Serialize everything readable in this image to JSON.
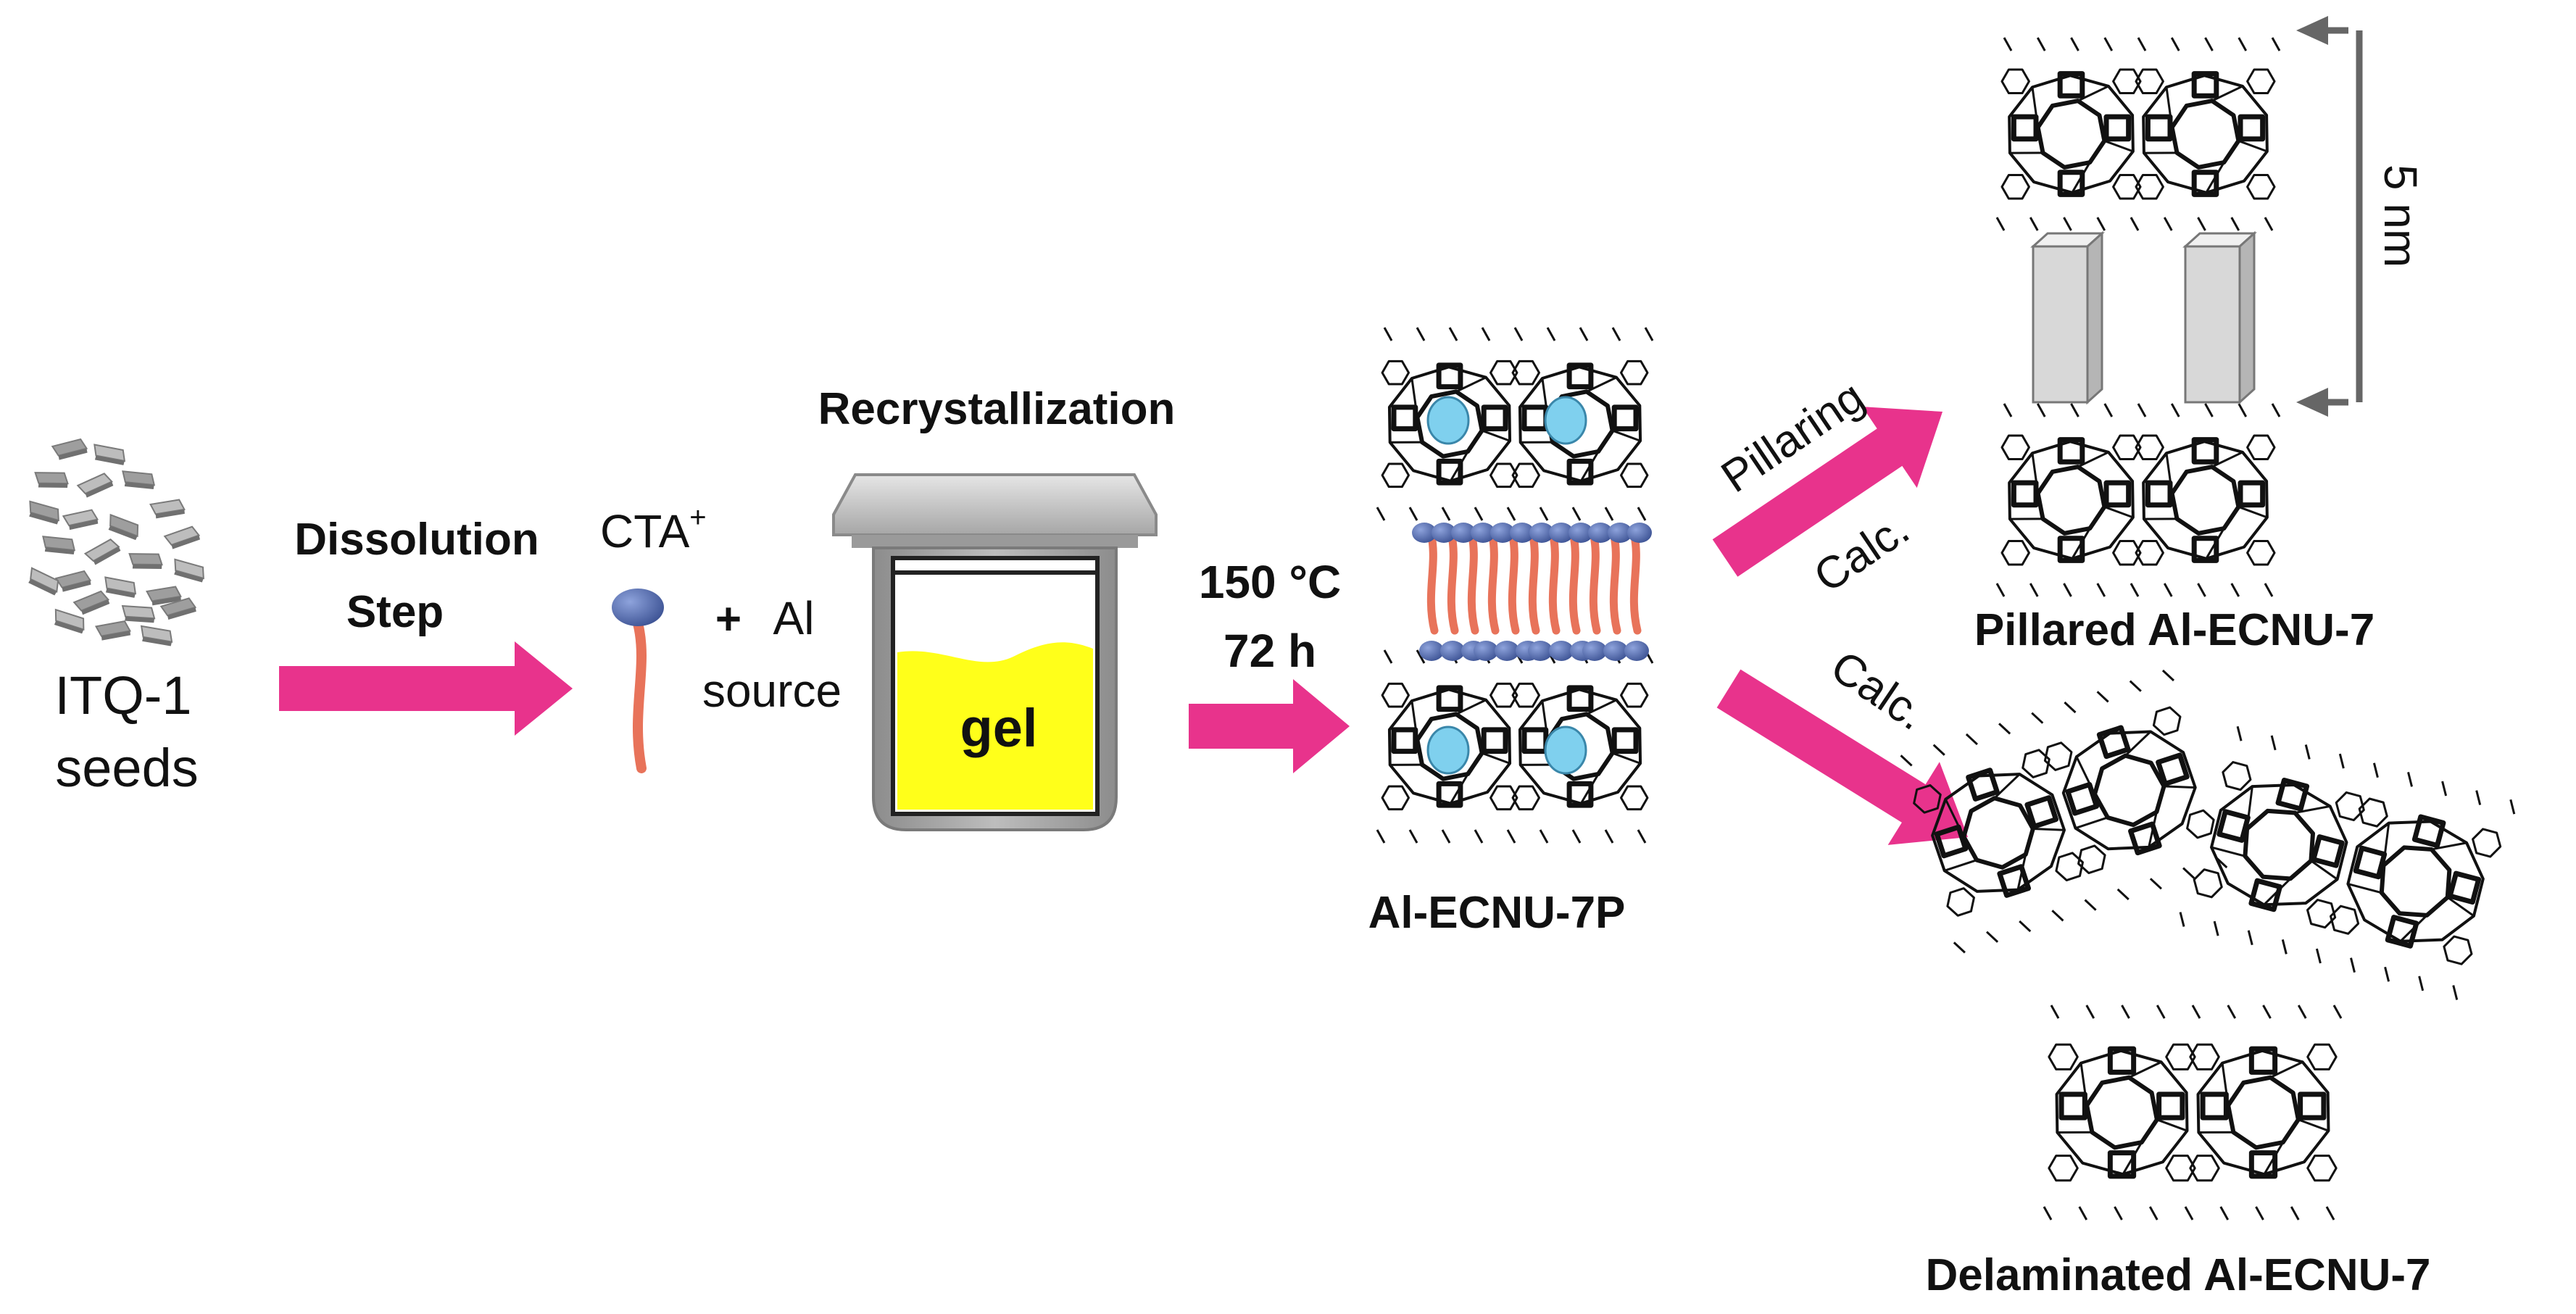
{
  "labels": {
    "seeds_line1": "ITQ-1",
    "seeds_line2": "seeds",
    "dissolution_line1": "Dissolution",
    "dissolution_line2": "Step",
    "cta": "CTA",
    "cta_sup": "+",
    "plus": "+",
    "al": "Al",
    "source": "source",
    "recrystallization": "Recrystallization",
    "gel": "gel",
    "temperature": "150 °C",
    "time": "72 h",
    "product_p": "Al-ECNU-7P",
    "pillaring": "Pillaring",
    "calc_upper": "Calc.",
    "calc_lower": "Calc.",
    "pillared": "Pillared Al-ECNU-7",
    "delaminated": "Delaminated Al-ECNU-7",
    "scale": "5 nm"
  },
  "colors": {
    "arrow": "#e8338c",
    "gel": "#ffff1a",
    "surfactant_head": "#5b74b8",
    "surfactant_tail": "#e8735a",
    "cage_fill": "#7fd0ee",
    "pillar": "#d8d8d8",
    "scale_bar": "#666666",
    "jar_gray": "#a9a9a9"
  }
}
